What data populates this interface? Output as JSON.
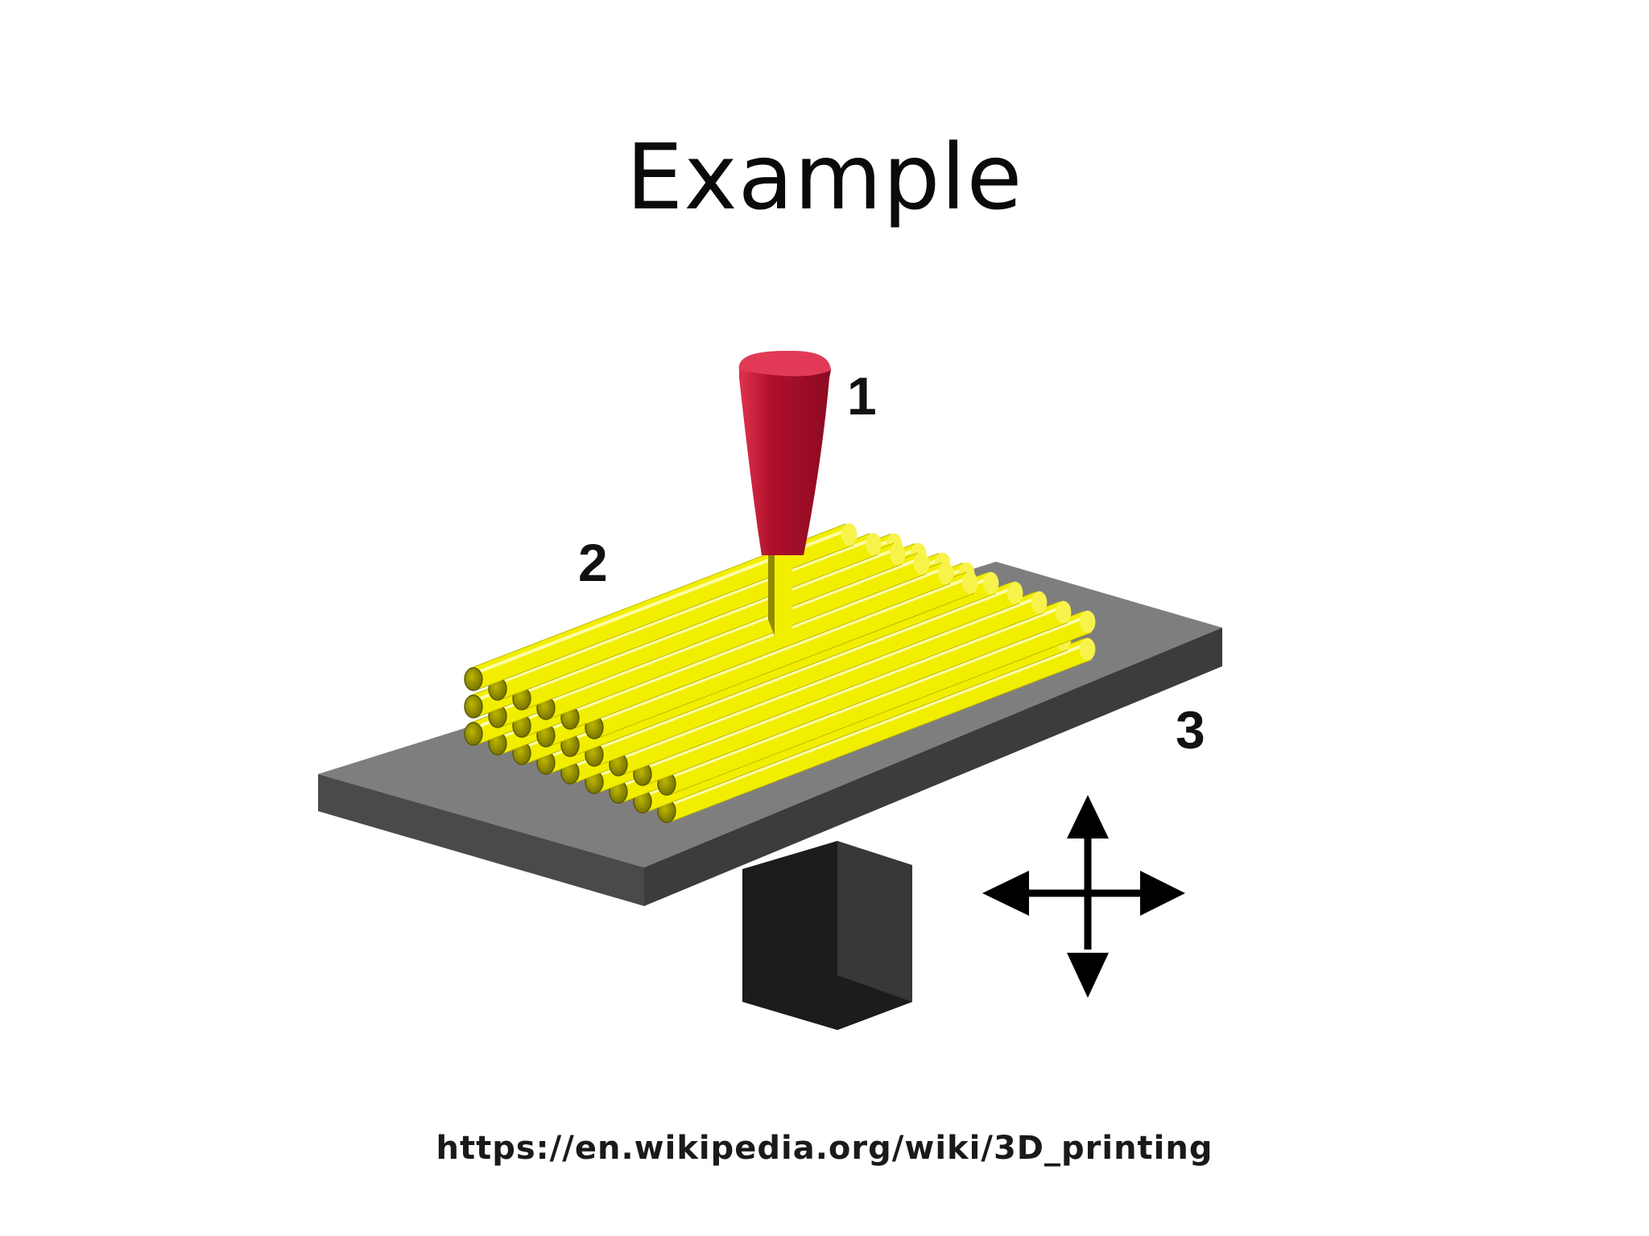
{
  "slide": {
    "title": "Example",
    "source_url": "https://en.wikipedia.org/wiki/3D_printing"
  },
  "diagram": {
    "labels": {
      "nozzle": "1",
      "deposited_layers": "2",
      "build_platform": "3"
    },
    "colors": {
      "nozzle": "#b0102c",
      "filament": "#f2ee00",
      "filament_end": "#8f8a00",
      "platform_top": "#7f7e7f",
      "platform_side": "#454446",
      "pedestal": "#242325",
      "arrows": "#000000"
    },
    "icons": [
      "extruder-nozzle-icon",
      "filament-layers-icon",
      "build-platform-icon",
      "four-way-move-arrows-icon"
    ]
  }
}
